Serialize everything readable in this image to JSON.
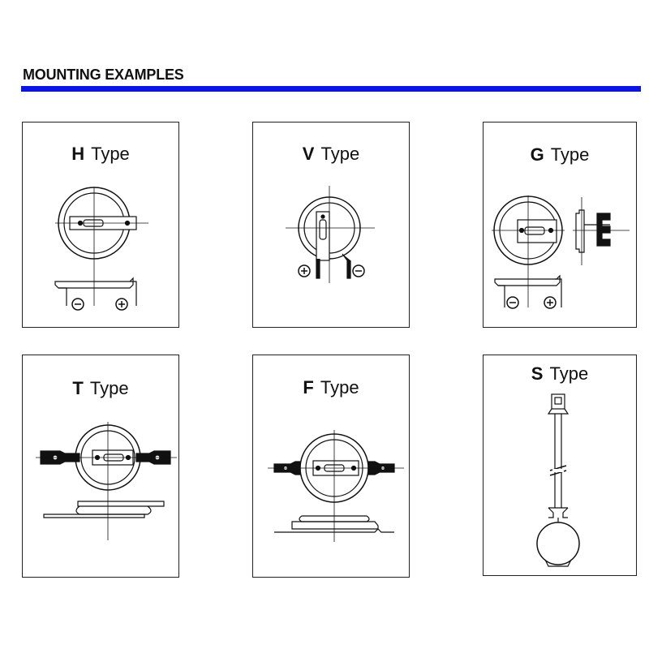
{
  "page": {
    "heading": "MOUNTING EXAMPLES",
    "accent_color": "#0b14e6"
  },
  "panels": [
    {
      "letter": "H",
      "word": "Type"
    },
    {
      "letter": "V",
      "word": "Type"
    },
    {
      "letter": "G",
      "word": "Type"
    },
    {
      "letter": "T",
      "word": "Type"
    },
    {
      "letter": "F",
      "word": "Type"
    },
    {
      "letter": "S",
      "word": "Type"
    }
  ],
  "symbols": {
    "plus": "plus-terminal-symbol",
    "minus": "minus-terminal-symbol"
  }
}
